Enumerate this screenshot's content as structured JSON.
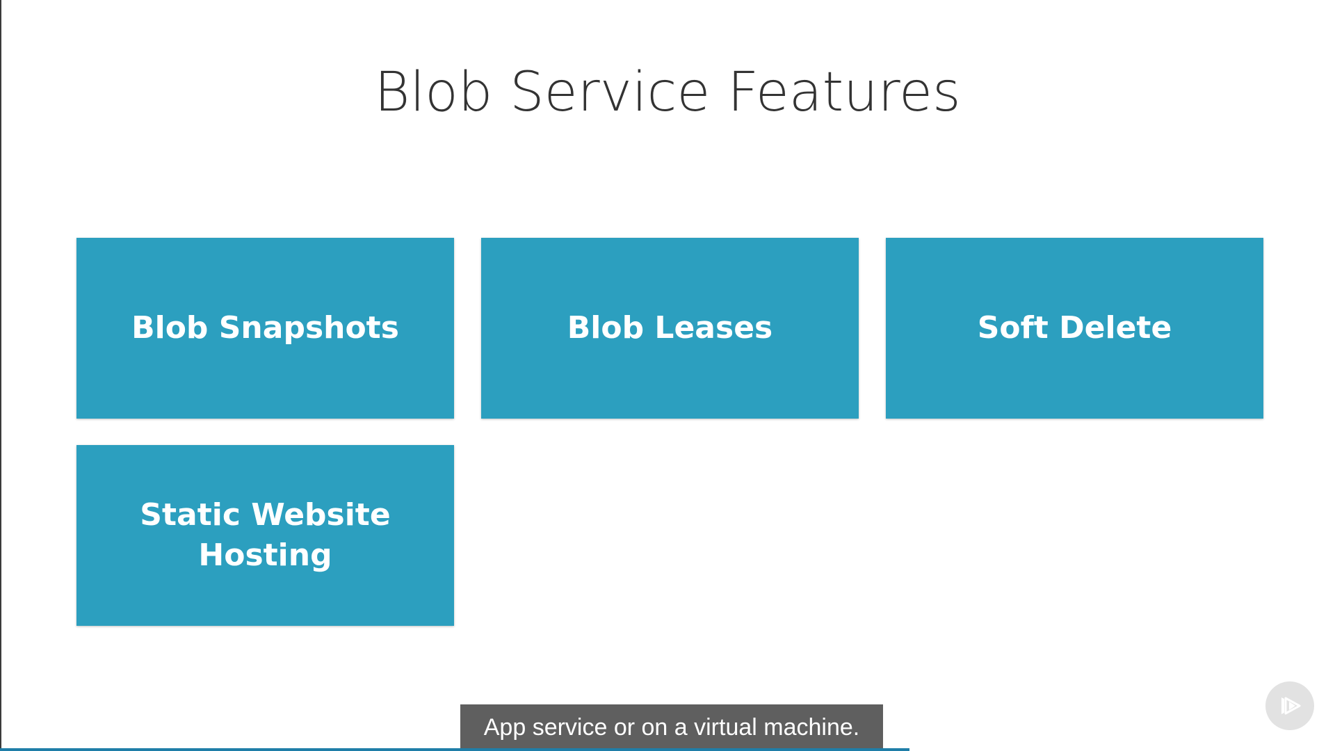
{
  "slide": {
    "title": "Blob Service Features",
    "tiles": [
      {
        "label": "Blob Snapshots"
      },
      {
        "label": "Blob Leases"
      },
      {
        "label": "Soft Delete"
      },
      {
        "label": "Static Website Hosting"
      }
    ]
  },
  "player": {
    "caption": "App service or on a virtual machine.",
    "progress_fraction": 0.681,
    "logo_icon": "play-logo-icon"
  },
  "colors": {
    "tile": "#2c9fbf",
    "title_text": "#333333",
    "caption_bg": "#5f5f5f",
    "progress": "#1f7ea8",
    "badge_bg": "#e2e2e2"
  }
}
